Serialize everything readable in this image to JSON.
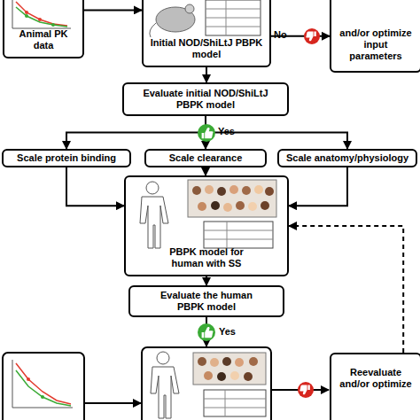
{
  "diagram": {
    "nodes": [
      {
        "text": [
          "Animal PK data"
        ]
      },
      {
        "text": [
          "Initial NOD/ShiLtJ PBPK model"
        ]
      },
      {
        "text": [
          "and/or optimize input parameters"
        ]
      },
      {
        "text": [
          "Evaluate initial NOD/ShiLtJ PBPK model"
        ]
      },
      {
        "text": [
          "Scale protein binding"
        ]
      },
      {
        "text": [
          "Scale clearance"
        ]
      },
      {
        "text": [
          "Scale anatomy/physiology"
        ]
      },
      {
        "text": [
          "PBPK model for human with SS"
        ]
      },
      {
        "text": [
          "Evaluate the human PBPK model"
        ]
      },
      {
        "text": [
          "Reevaluate and/or optimize"
        ]
      }
    ],
    "edges": [
      {
        "from": 0,
        "to": 1,
        "arrow": "to"
      },
      {
        "from": 1,
        "to": 2,
        "label": "No",
        "arrow": "to"
      },
      {
        "from": 1,
        "to": 3,
        "arrow": "to"
      },
      {
        "from": 3,
        "to": 4,
        "arrow": "to"
      },
      {
        "from": 3,
        "to": 5,
        "label": "Yes",
        "arrow": "to"
      },
      {
        "from": 3,
        "to": 6,
        "arrow": "to"
      },
      {
        "from": 4,
        "to": 7,
        "arrow": "to"
      },
      {
        "from": 5,
        "to": 7,
        "arrow": "to"
      },
      {
        "from": 6,
        "to": 7,
        "arrow": "to"
      },
      {
        "from": 7,
        "to": 8,
        "arrow": "to"
      },
      {
        "from": 9,
        "to": 7,
        "arrow": "to"
      }
    ],
    "labels": [
      "Yes"
    ]
  }
}
